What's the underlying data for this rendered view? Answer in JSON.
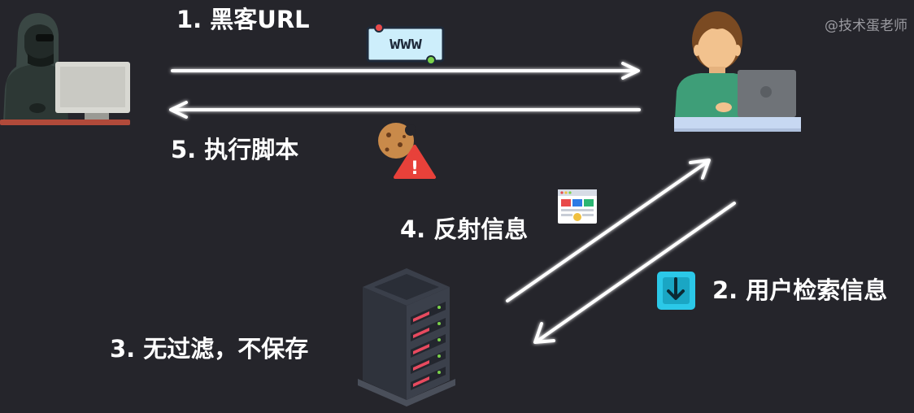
{
  "watermark": "@技术蛋老师",
  "steps": {
    "step1": "1. 黑客URL",
    "step2": "2. 用户检索信息",
    "step3": "3. 无过滤，不保存",
    "step4": "4. 反射信息",
    "step5": "5. 执行脚本"
  },
  "url_badge_text": "www",
  "warning_mark": "!",
  "icons": {
    "hacker": "hacker-icon",
    "user": "user-at-laptop-icon",
    "server": "server-rack-icon",
    "url": "url-badge-icon",
    "cookie": "cookie-icon",
    "warning": "warning-icon",
    "webpage": "webpage-icon",
    "download": "download-icon"
  },
  "colors": {
    "background": "#25252b",
    "arrow": "#ffffff",
    "url_badge": "#cdeefb",
    "download_icon": "#2bc8e8",
    "warning": "#e8413a",
    "server_led": "#e84a5f"
  }
}
